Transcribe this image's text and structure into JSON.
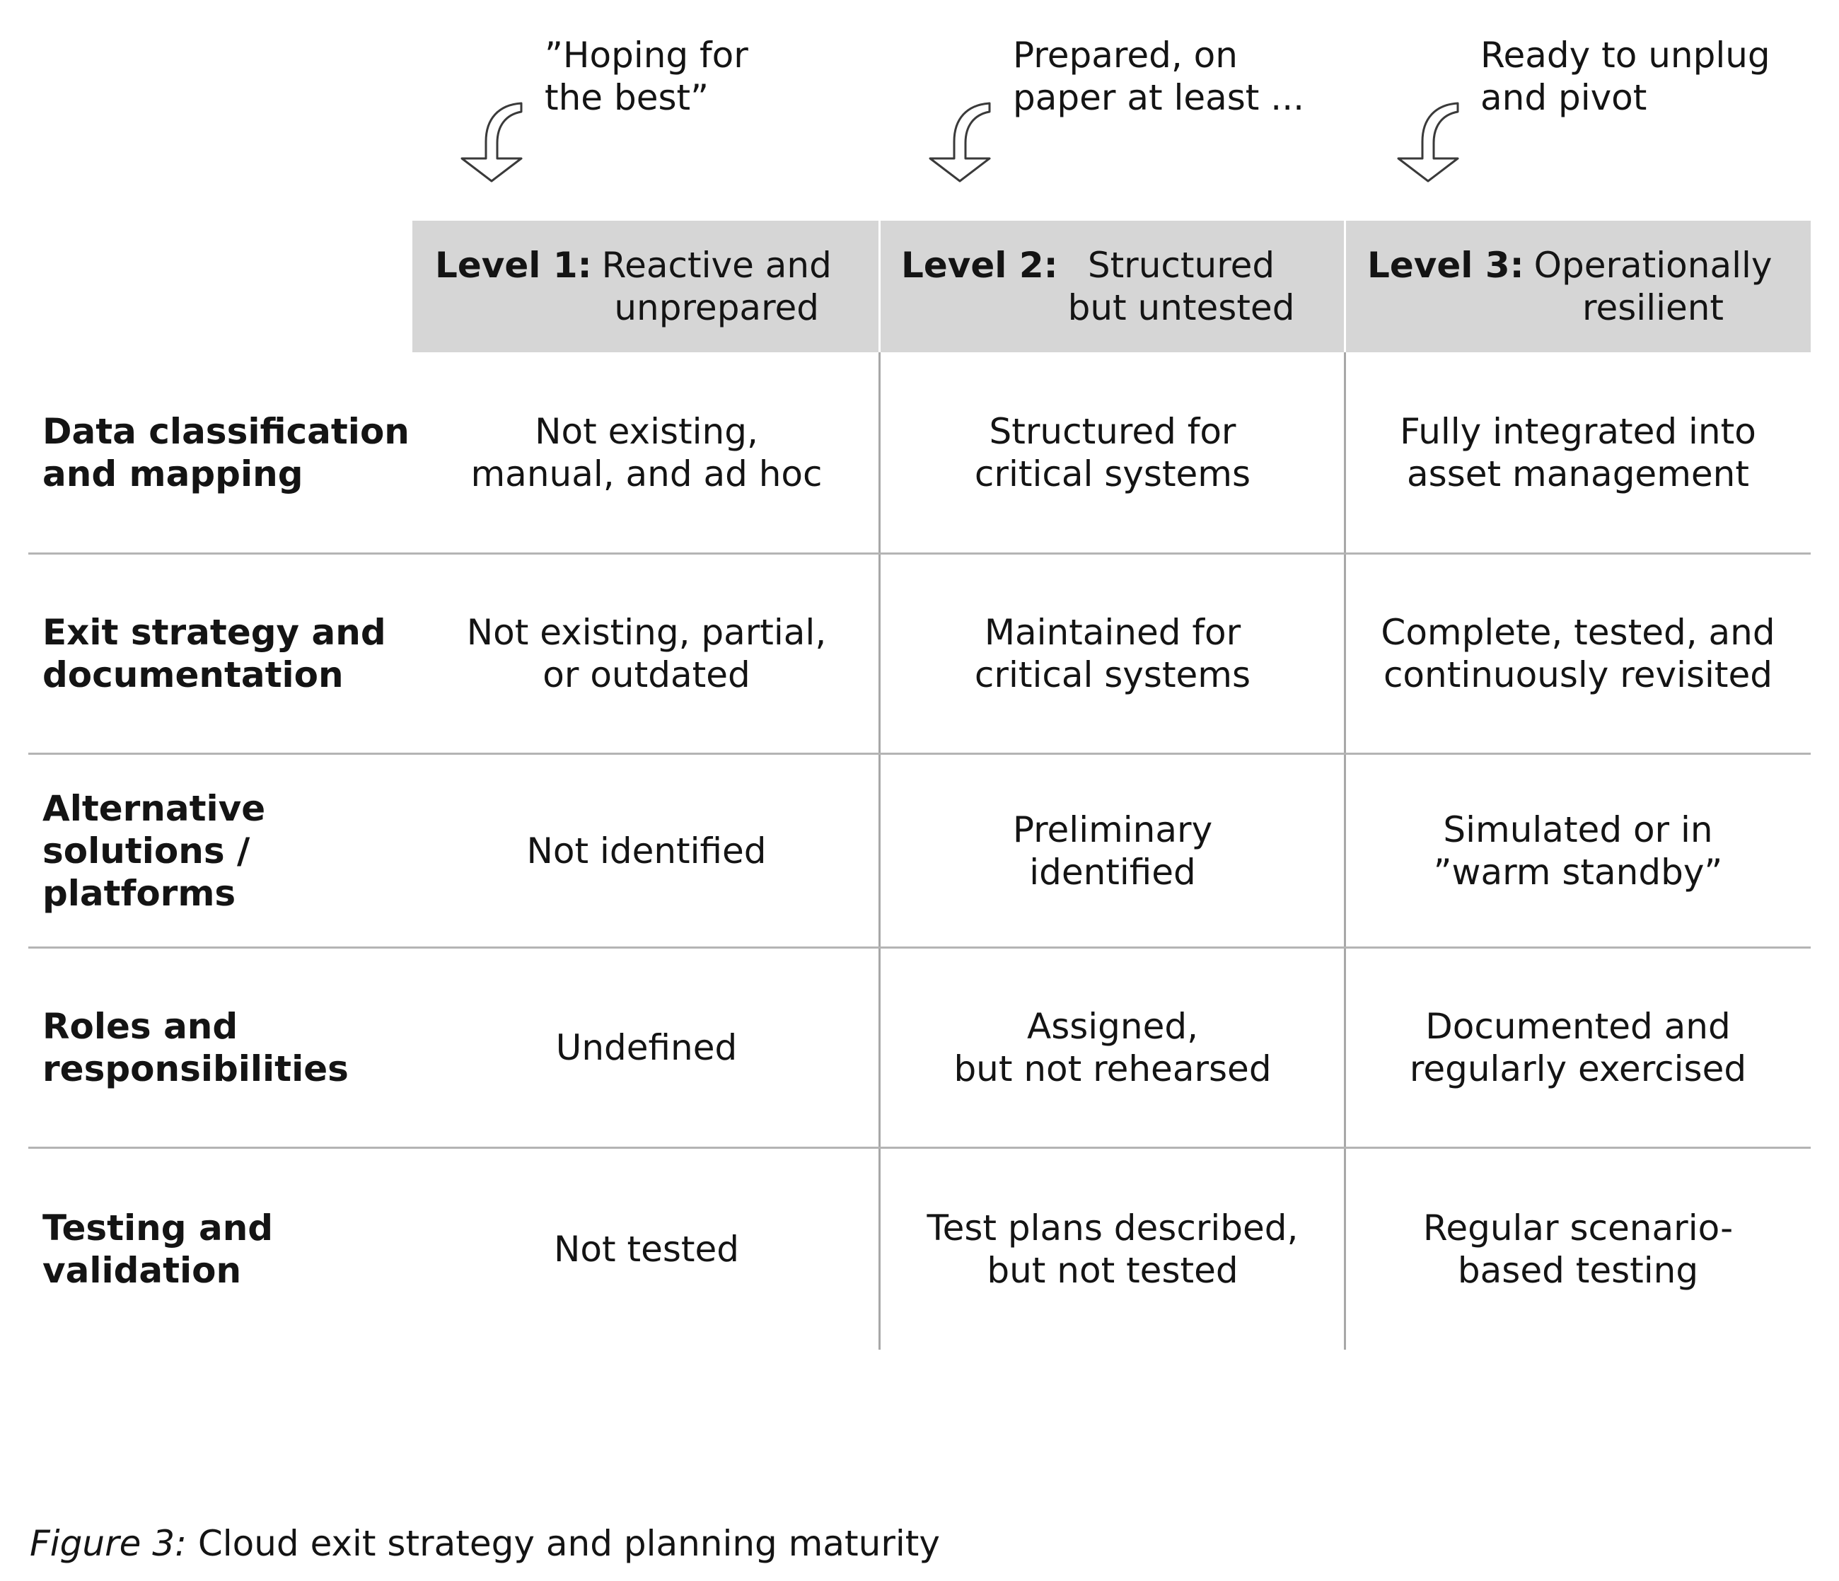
{
  "taglines": [
    "”Hoping for\nthe best”",
    "Prepared, on\npaper at least ...",
    "Ready to unplug\nand pivot"
  ],
  "icons": [
    "curved-down-arrow-icon",
    "curved-down-arrow-icon",
    "curved-down-arrow-icon"
  ],
  "levels": [
    {
      "label": "Level 1:",
      "desc": "Reactive and\nunprepared"
    },
    {
      "label": "Level 2:",
      "desc": "Structured\nbut untested"
    },
    {
      "label": "Level 3:",
      "desc": "Operationally\nresilient"
    }
  ],
  "rows": [
    {
      "label": "Data classification\nand mapping",
      "cells": [
        "Not existing,\nmanual, and ad hoc",
        "Structured for\ncritical systems",
        "Fully integrated into\nasset management"
      ]
    },
    {
      "label": "Exit strategy and\ndocumentation",
      "cells": [
        "Not existing, partial,\nor outdated",
        "Maintained for\ncritical systems",
        "Complete, tested, and\ncontinuously revisited"
      ]
    },
    {
      "label": "Alternative\nsolutions /\nplatforms",
      "cells": [
        "Not identified",
        "Preliminary\nidentified",
        "Simulated or in\n”warm standby”"
      ]
    },
    {
      "label": "Roles and\nresponsibilities",
      "cells": [
        "Undefined",
        "Assigned,\nbut not rehearsed",
        "Documented and\nregularly exercised"
      ]
    },
    {
      "label": "Testing and\nvalidation",
      "cells": [
        "Not tested",
        "Test plans described,\nbut not tested",
        "Regular scenario-\nbased testing"
      ]
    }
  ],
  "caption": {
    "figure": "Figure 3:",
    "text": " Cloud exit strategy and planning maturity"
  },
  "colors": {
    "header_band": "#d6d6d6",
    "grid_line": "#a8a8a8",
    "text": "#141414"
  }
}
